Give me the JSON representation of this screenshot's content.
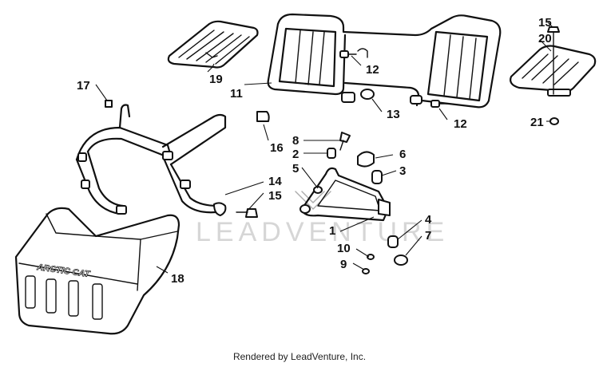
{
  "callouts": {
    "c1": "1",
    "c2": "2",
    "c3": "3",
    "c4": "4",
    "c5": "5",
    "c6": "6",
    "c7": "7",
    "c8": "8",
    "c9": "9",
    "c10": "10",
    "c11": "11",
    "c12a": "12",
    "c12b": "12",
    "c13": "13",
    "c14": "14",
    "c15a": "15",
    "c15b": "15",
    "c16": "16",
    "c17": "17",
    "c18": "18",
    "c19": "19",
    "c20": "20",
    "c21": "21"
  },
  "bumper_brand": "ARCTIC CAT",
  "watermark": "LEADVENTURE",
  "footer": "Rendered by LeadVenture, Inc."
}
